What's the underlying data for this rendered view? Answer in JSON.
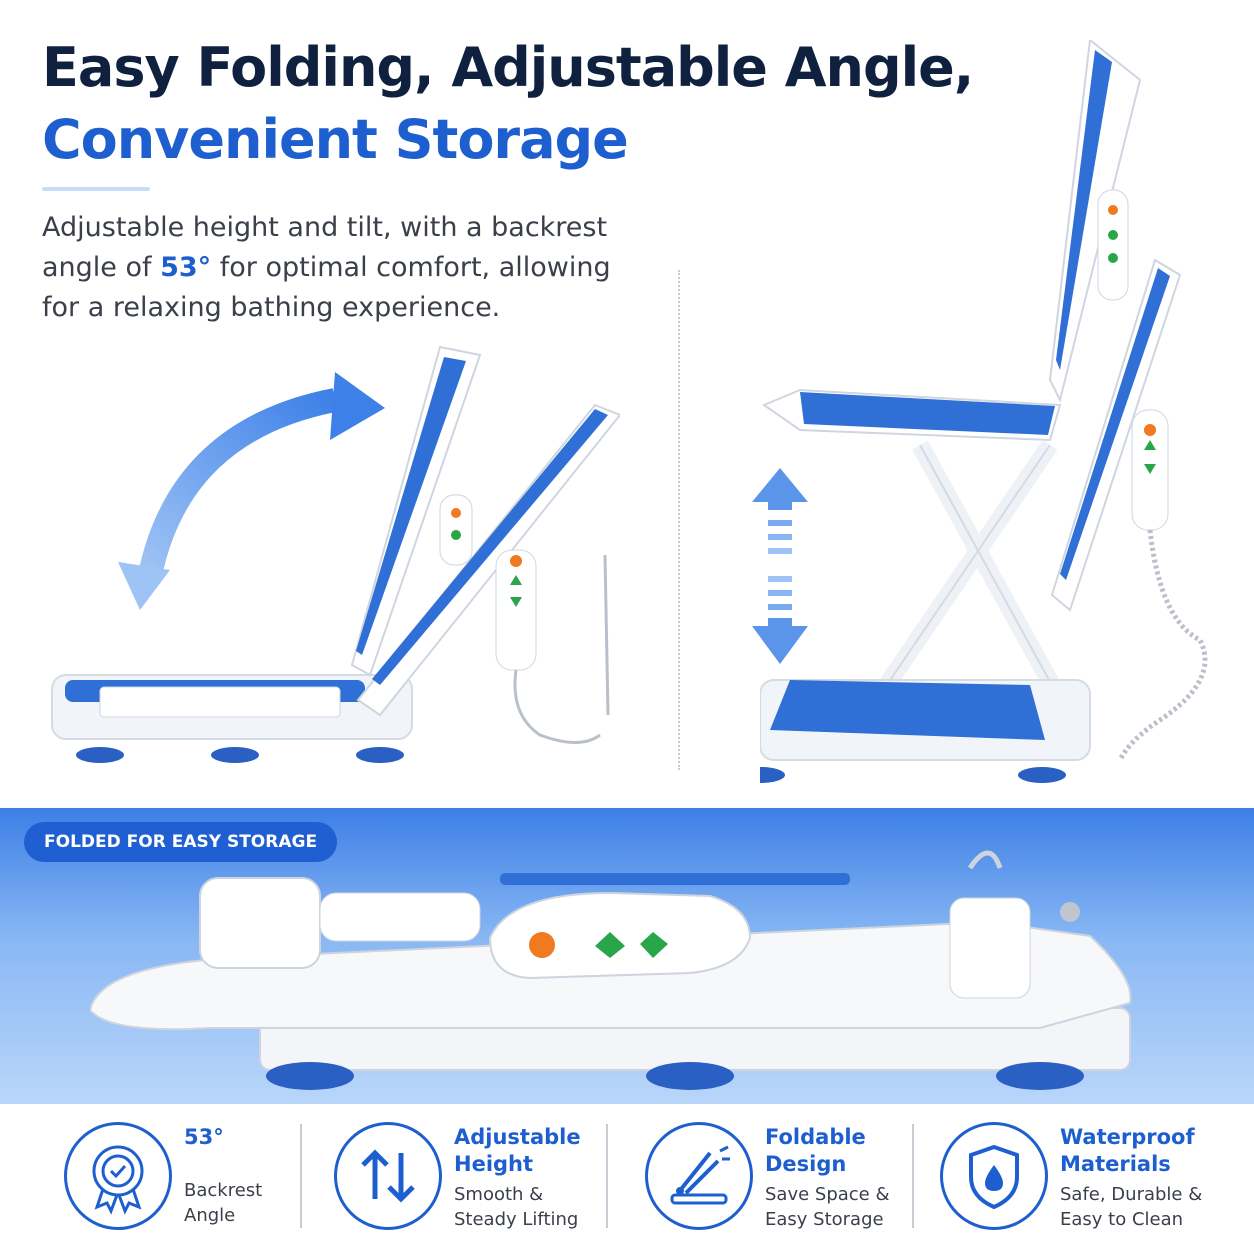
{
  "headline": {
    "line1": "Easy Folding, Adjustable Angle,",
    "line2": "Convenient Storage"
  },
  "description": {
    "part1": "Adjustable height and tilt, with a backrest angle of ",
    "highlight": "53°",
    "part2": " for optimal comfort, allowing for a relaxing bathing experience."
  },
  "badge": "FOLDED FOR EASY STORAGE",
  "features": [
    {
      "icon": "award-badge-icon",
      "title": "53°",
      "subtitle": "Backrest\nAngle"
    },
    {
      "icon": "up-down-arrows-icon",
      "title": "Adjustable\nHeight",
      "subtitle": "Smooth &\nSteady Lifting"
    },
    {
      "icon": "fold-icon",
      "title": "Foldable\nDesign",
      "subtitle": "Save Space &\nEasy Storage"
    },
    {
      "icon": "shield-drop-icon",
      "title": "Waterproof\nMaterials",
      "subtitle": "Safe, Durable &\nEasy to Clean"
    }
  ],
  "colors": {
    "accent": "#1e5fd0",
    "heading": "#10213f",
    "body_text": "#3a3f4a",
    "chair_blue": "#2f6fd6",
    "band_top": "#3d7fe6"
  }
}
